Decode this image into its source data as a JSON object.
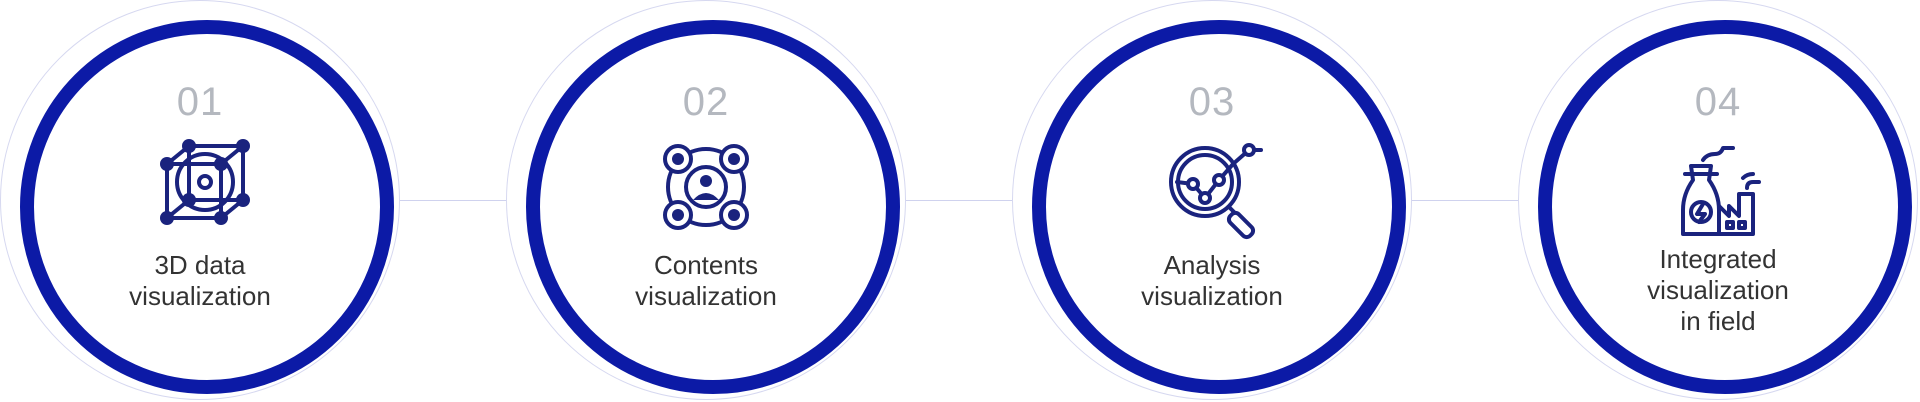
{
  "steps": [
    {
      "number": "01",
      "icon": "3d-cube-icon",
      "label_lines": [
        "3D data",
        "visualization"
      ]
    },
    {
      "number": "02",
      "icon": "network-user-icon",
      "label_lines": [
        "Contents",
        "visualization"
      ]
    },
    {
      "number": "03",
      "icon": "analysis-magnifier-icon",
      "label_lines": [
        "Analysis",
        "visualization"
      ]
    },
    {
      "number": "04",
      "icon": "factory-icon",
      "label_lines": [
        "Integrated",
        "visualization",
        "in field"
      ]
    }
  ],
  "colors": {
    "ring": "#0c1aa6",
    "icon": "#1a237e",
    "number": "#b4b8bf",
    "label": "#333333"
  }
}
